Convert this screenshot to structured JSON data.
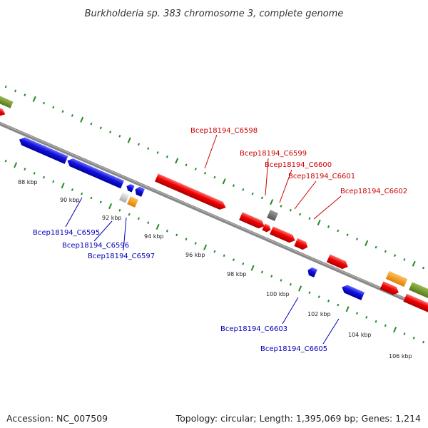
{
  "title": "Burkholderia sp. 383 chromosome 3, complete genome",
  "footer": {
    "accession": "Accession: NC_007509",
    "summary": "Topology: circular; Length: 1,395,069 bp; Genes: 1,214"
  },
  "colors": {
    "backbone": "#888888",
    "ticks": "#228b22",
    "forward_gene": "#ee0000",
    "reverse_gene": "#1111dd",
    "other_gene": "#ff9900",
    "pseudo_gene": "#777777",
    "rna_gene": "#6b8e23",
    "forward_label": "#cc0000",
    "reverse_label": "#0000bb"
  },
  "ticks": [
    {
      "label": "88 kbp"
    },
    {
      "label": "90 kbp"
    },
    {
      "label": "92 kbp"
    },
    {
      "label": "94 kbp"
    },
    {
      "label": "96 kbp"
    },
    {
      "label": "98 kbp"
    },
    {
      "label": "100 kbp"
    },
    {
      "label": "102 kbp"
    },
    {
      "label": "104 kbp"
    },
    {
      "label": "106 kbp"
    }
  ],
  "gene_labels": {
    "forward": [
      "Bcep18194_C6598",
      "Bcep18194_C6599",
      "Bcep18194_C6600",
      "Bcep18194_C6601",
      "Bcep18194_C6602"
    ],
    "reverse": [
      "Bcep18194_C6595",
      "Bcep18194_C6596",
      "Bcep18194_C6597",
      "Bcep18194_C6603",
      "Bcep18194_C6605"
    ]
  }
}
